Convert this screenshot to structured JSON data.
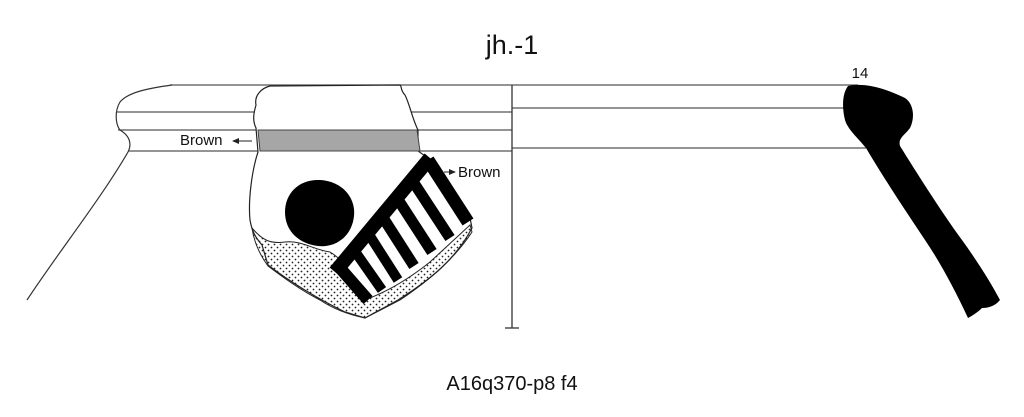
{
  "title": "jh.-1",
  "labels": {
    "left_color": "Brown",
    "right_color": "Brown",
    "diameter": "14"
  },
  "caption": "A16q370-p8 f4",
  "colors": {
    "ink": "#000000",
    "band_fill": "#a6a6a6",
    "background": "#ffffff"
  }
}
